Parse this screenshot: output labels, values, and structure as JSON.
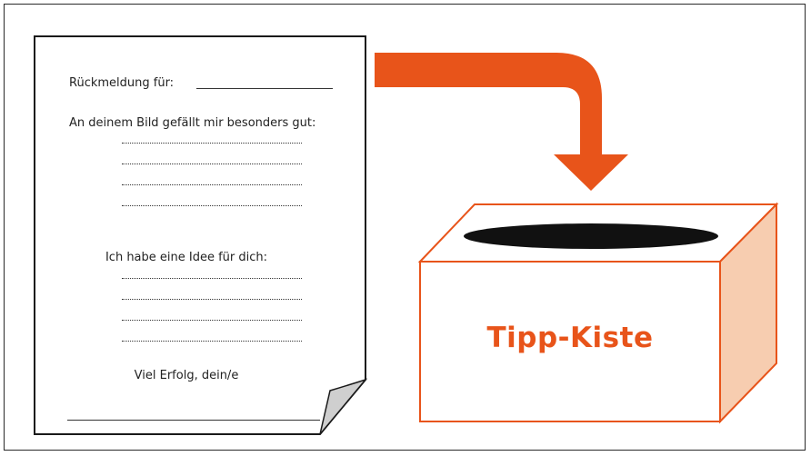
{
  "sheet": {
    "feedback_for_label": "Rückmeldung für:",
    "likes_prompt": "An deinem Bild gefällt mir besonders gut:",
    "idea_prompt": "Ich habe eine Idee für dich:",
    "closing": "Viel Erfolg, dein/e"
  },
  "box": {
    "label": "Tipp-Kiste"
  },
  "colors": {
    "accent": "#e8541a",
    "box_side": "#f7cdb0",
    "page_fold": "#cfcfcf",
    "ink": "#222222"
  }
}
